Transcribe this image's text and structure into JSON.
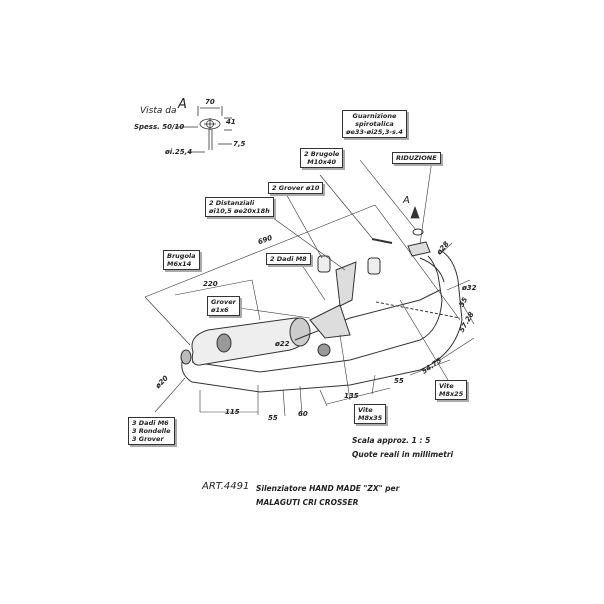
{
  "view": {
    "title": "Vista da",
    "letter": "A",
    "thickness": "Spess. 50/10",
    "dims": [
      "70",
      "41",
      "7,5",
      "øi.25,4"
    ]
  },
  "callouts": {
    "guarnizione": [
      "Guarnizione",
      "spirotalica",
      "øe33-øi25,3-s.4"
    ],
    "riduzione": "RIDUZIONE",
    "brugole": [
      "2 Brugole",
      "M10x40"
    ],
    "grover10": "2 Grover ø10",
    "distanziali": [
      "2 Distanziali",
      "øi10,5 øe20x18h"
    ],
    "dadi_m8": "2 Dadi M8",
    "brugola": [
      "Brugola",
      "M6x14"
    ],
    "grover6": [
      "Grover",
      "ø1x6"
    ],
    "dadi_m6": [
      "3 Dadi M6",
      "3 Rondelle",
      "3 Grover"
    ],
    "vite_35": [
      "Vite",
      "M8x35"
    ],
    "vite_25": [
      "Vite",
      "M8x25"
    ]
  },
  "dimensions": {
    "d690": "690",
    "d220": "220",
    "d22": "ø22",
    "d20": "ø20",
    "d115": "115",
    "d55a": "55",
    "d60": "60",
    "d135": "135",
    "d55b": "55",
    "d5475": "54.75",
    "d5728": "57.28",
    "d55c": "55",
    "d32": "ø32",
    "d28": "ø28",
    "arrowA": "A"
  },
  "scale": {
    "line1": "Scala approz. 1 : 5",
    "line2": "Quote reali in millimetri"
  },
  "footer": {
    "art": "ART.4491",
    "desc": "Silenziatore HAND MADE \"ZX\"   per",
    "model": "MALAGUTI CRI CROSSER"
  }
}
